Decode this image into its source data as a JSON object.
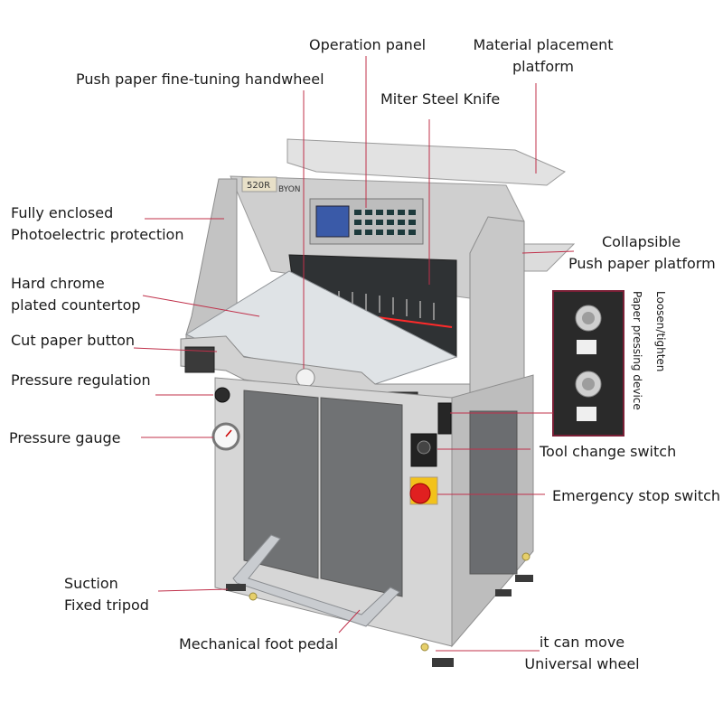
{
  "labels": {
    "operation_panel": "Operation panel",
    "material_platform_1": "Material placement",
    "material_platform_2": "platform",
    "push_handwheel": "Push paper fine-tuning handwheel",
    "miter_knife": "Miter Steel Knife",
    "enclosed_1": "Fully enclosed",
    "enclosed_2": "Photoelectric protection",
    "collapsible_1": "Collapsible",
    "collapsible_2": "Push paper platform",
    "chrome_1": "Hard chrome",
    "chrome_2": "plated countertop",
    "cut_button": "Cut paper button",
    "pressure_regulation": "Pressure regulation",
    "pressure_gauge": "Pressure gauge",
    "tool_change": "Tool change switch",
    "emergency_stop": "Emergency stop switch",
    "suction_1": "Suction",
    "suction_2": "Fixed tripod",
    "foot_pedal": "Mechanical foot pedal",
    "move_1": "it can move",
    "move_2": "Universal wheel",
    "loosen": "Loosen/tighten",
    "pressing_device": "Paper pressing device"
  },
  "machine": {
    "model": "520R",
    "brand": "BYON"
  },
  "colors": {
    "leader_line": "#c0304a",
    "body_light": "#d9d9d9",
    "body_dark": "#6e6e6e",
    "panel_blue": "#3a5aa8",
    "stop_red": "#e02020",
    "stop_yellow": "#f2c21b"
  }
}
